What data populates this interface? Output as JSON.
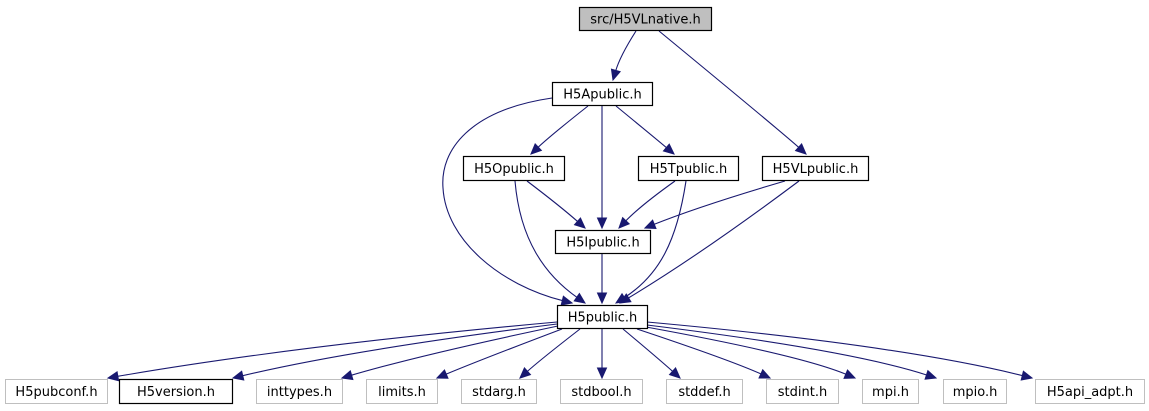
{
  "title": "Include dependency graph for src/H5VLnative.h",
  "colors": {
    "edge": "#191970",
    "root_fill": "#bfbfbf",
    "node_border": "#000000",
    "external_border": "#bfbfbf",
    "node_fill": "#ffffff"
  },
  "nodes": [
    {
      "id": "H5VLnative",
      "label": "src/H5VLnative.h",
      "kind": "root"
    },
    {
      "id": "H5Apublic",
      "label": "H5Apublic.h",
      "kind": "documented"
    },
    {
      "id": "H5Opublic",
      "label": "H5Opublic.h",
      "kind": "documented"
    },
    {
      "id": "H5Tpublic",
      "label": "H5Tpublic.h",
      "kind": "documented"
    },
    {
      "id": "H5VLpublic",
      "label": "H5VLpublic.h",
      "kind": "documented"
    },
    {
      "id": "H5Ipublic",
      "label": "H5Ipublic.h",
      "kind": "documented"
    },
    {
      "id": "H5public",
      "label": "H5public.h",
      "kind": "documented"
    },
    {
      "id": "H5pubconf",
      "label": "H5pubconf.h",
      "kind": "external"
    },
    {
      "id": "H5version",
      "label": "H5version.h",
      "kind": "documented"
    },
    {
      "id": "inttypes",
      "label": "inttypes.h",
      "kind": "external"
    },
    {
      "id": "limits",
      "label": "limits.h",
      "kind": "external"
    },
    {
      "id": "stdarg",
      "label": "stdarg.h",
      "kind": "external"
    },
    {
      "id": "stdbool",
      "label": "stdbool.h",
      "kind": "external"
    },
    {
      "id": "stddef",
      "label": "stddef.h",
      "kind": "external"
    },
    {
      "id": "stdint",
      "label": "stdint.h",
      "kind": "external"
    },
    {
      "id": "mpi",
      "label": "mpi.h",
      "kind": "external"
    },
    {
      "id": "mpio",
      "label": "mpio.h",
      "kind": "external"
    },
    {
      "id": "H5api_adpt",
      "label": "H5api_adpt.h",
      "kind": "external"
    }
  ],
  "edges": [
    {
      "from": "H5VLnative",
      "to": "H5Apublic"
    },
    {
      "from": "H5VLnative",
      "to": "H5VLpublic"
    },
    {
      "from": "H5Apublic",
      "to": "H5Opublic"
    },
    {
      "from": "H5Apublic",
      "to": "H5Ipublic"
    },
    {
      "from": "H5Apublic",
      "to": "H5Tpublic"
    },
    {
      "from": "H5Apublic",
      "to": "H5public"
    },
    {
      "from": "H5Opublic",
      "to": "H5Ipublic"
    },
    {
      "from": "H5Opublic",
      "to": "H5public"
    },
    {
      "from": "H5Tpublic",
      "to": "H5Ipublic"
    },
    {
      "from": "H5Tpublic",
      "to": "H5public"
    },
    {
      "from": "H5VLpublic",
      "to": "H5Ipublic"
    },
    {
      "from": "H5VLpublic",
      "to": "H5public"
    },
    {
      "from": "H5Ipublic",
      "to": "H5public"
    },
    {
      "from": "H5public",
      "to": "H5pubconf"
    },
    {
      "from": "H5public",
      "to": "H5version"
    },
    {
      "from": "H5public",
      "to": "inttypes"
    },
    {
      "from": "H5public",
      "to": "limits"
    },
    {
      "from": "H5public",
      "to": "stdarg"
    },
    {
      "from": "H5public",
      "to": "stdbool"
    },
    {
      "from": "H5public",
      "to": "stddef"
    },
    {
      "from": "H5public",
      "to": "stdint"
    },
    {
      "from": "H5public",
      "to": "mpi"
    },
    {
      "from": "H5public",
      "to": "mpio"
    },
    {
      "from": "H5public",
      "to": "H5api_adpt"
    }
  ]
}
